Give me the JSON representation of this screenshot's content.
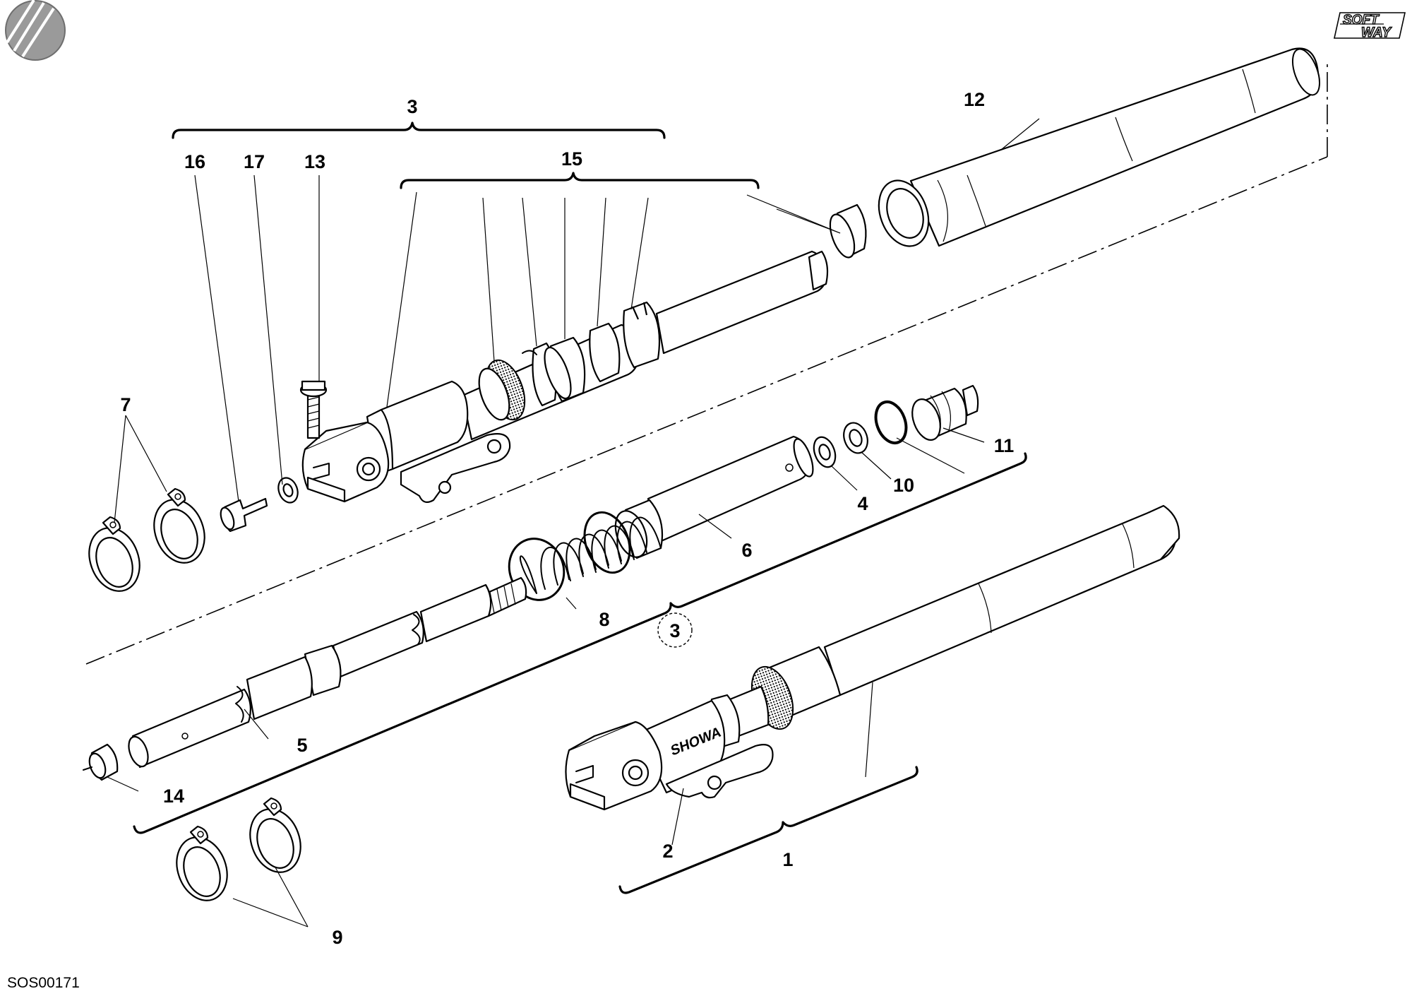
{
  "diagram": {
    "code": "SOS00171",
    "logo": {
      "line1": "SOFT",
      "line2": "WAY"
    },
    "brand_marking": "SHOWA",
    "labels": {
      "p1": "1",
      "p2": "2",
      "p3_top": "3",
      "p3_ref": "3",
      "p4": "4",
      "p5": "5",
      "p6": "6",
      "p7": "7",
      "p8": "8",
      "p9": "9",
      "p10": "10",
      "p11": "11",
      "p12": "12",
      "p13": "13",
      "p14": "14",
      "p15": "15",
      "p16": "16",
      "p17": "17"
    }
  }
}
